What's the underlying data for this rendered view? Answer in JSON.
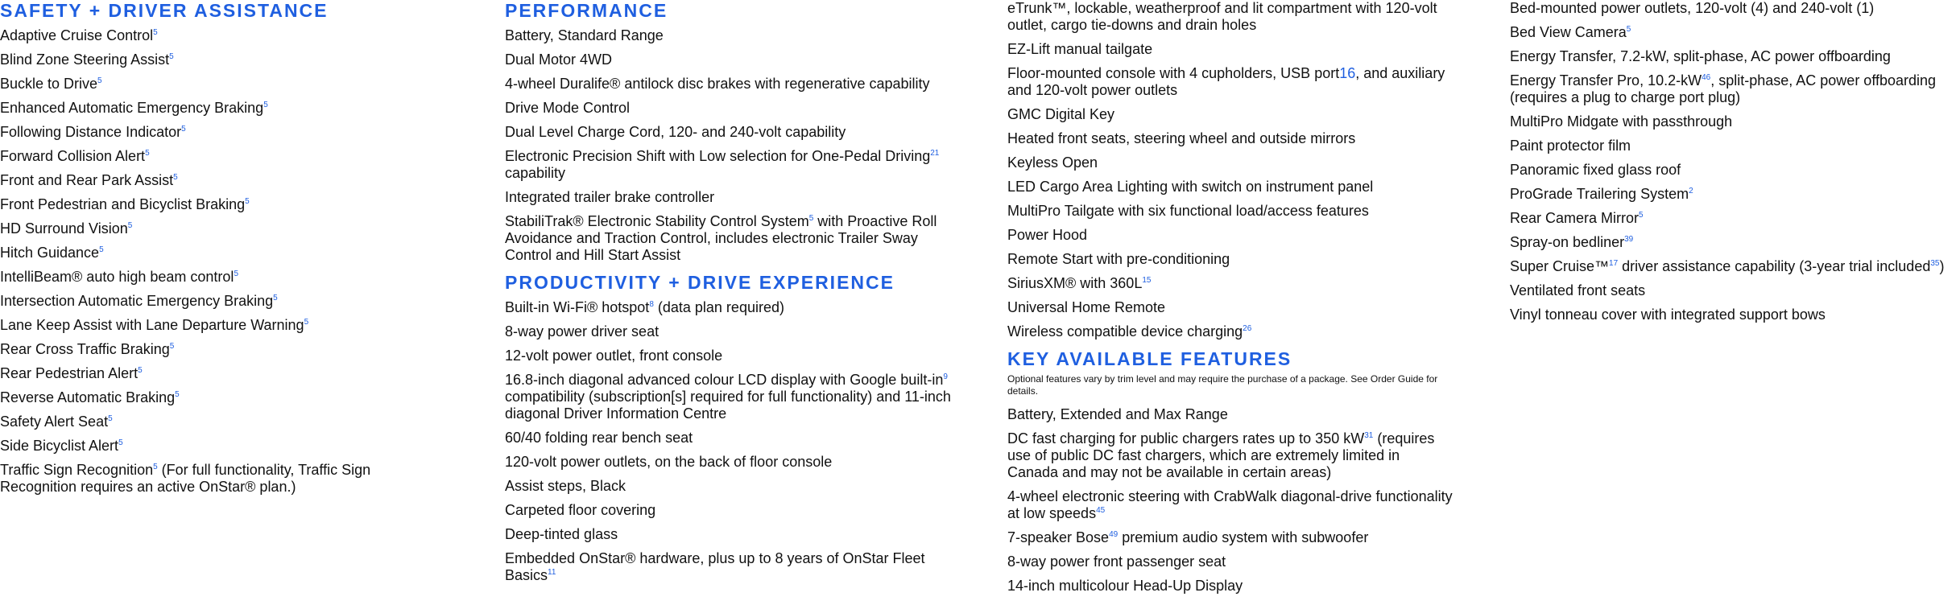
{
  "columns": [
    {
      "sections": [
        {
          "heading": "SAFETY + DRIVER ASSISTANCE",
          "items": [
            {
              "text": "Adaptive Cruise Control",
              "sup": "5",
              "after": ""
            },
            {
              "text": "Blind Zone Steering Assist",
              "sup": "5",
              "after": ""
            },
            {
              "text": "Buckle to Drive",
              "sup": "5",
              "after": ""
            },
            {
              "text": "Enhanced Automatic Emergency Braking",
              "sup": "5",
              "after": ""
            },
            {
              "text": "Following Distance Indicator",
              "sup": "5",
              "after": ""
            },
            {
              "text": "Forward Collision Alert",
              "sup": "5",
              "after": ""
            },
            {
              "text": "Front and Rear Park Assist",
              "sup": "5",
              "after": ""
            },
            {
              "text": "Front Pedestrian and Bicyclist Braking",
              "sup": "5",
              "after": ""
            },
            {
              "text": "HD Surround Vision",
              "sup": "5",
              "after": ""
            },
            {
              "text": "Hitch Guidance",
              "sup": "5",
              "after": ""
            },
            {
              "text": "IntelliBeam® auto high beam control",
              "sup": "5",
              "after": ""
            },
            {
              "text": "Intersection Automatic Emergency Braking",
              "sup": "5",
              "after": ""
            },
            {
              "text": "Lane Keep Assist with Lane Departure Warning",
              "sup": "5",
              "after": ""
            },
            {
              "text": "Rear Cross Traffic Braking",
              "sup": "5",
              "after": ""
            },
            {
              "text": "Rear Pedestrian Alert",
              "sup": "5",
              "after": ""
            },
            {
              "text": "Reverse Automatic Braking",
              "sup": "5",
              "after": ""
            },
            {
              "text": "Safety Alert Seat",
              "sup": "5",
              "after": ""
            },
            {
              "text": "Side Bicyclist Alert",
              "sup": "5",
              "after": ""
            },
            {
              "text": "Traffic Sign Recognition",
              "sup": "5",
              "after": " (For full functionality, Traffic Sign Recognition requires an active OnStar® plan.)"
            }
          ]
        }
      ]
    },
    {
      "sections": [
        {
          "heading": "PERFORMANCE",
          "items": [
            {
              "text": "Battery, Standard Range",
              "sup": "",
              "after": ""
            },
            {
              "text": "Dual Motor 4WD",
              "sup": "",
              "after": ""
            },
            {
              "text": "4-wheel Duralife® antilock disc brakes with regenerative capability",
              "sup": "",
              "after": ""
            },
            {
              "text": "Drive Mode Control",
              "sup": "",
              "after": ""
            },
            {
              "text": "Dual Level Charge Cord, 120- and 240-volt capability",
              "sup": "",
              "after": ""
            },
            {
              "text": "Electronic Precision Shift with Low selection for One-Pedal Driving",
              "sup": "21",
              "after": " capability"
            },
            {
              "text": "Integrated trailer brake controller",
              "sup": "",
              "after": ""
            },
            {
              "text": "StabiliTrak® Electronic Stability Control System",
              "sup": "5",
              "after": " with Proactive Roll Avoidance and Traction Control, includes electronic Trailer Sway Control and Hill Start Assist"
            }
          ]
        },
        {
          "heading": "PRODUCTIVITY + DRIVE EXPERIENCE",
          "items": [
            {
              "text": "Built-in Wi-Fi® hotspot",
              "sup": "8",
              "after": " (data plan required)"
            },
            {
              "text": "8-way power driver seat",
              "sup": "",
              "after": ""
            },
            {
              "text": "12-volt power outlet, front console",
              "sup": "",
              "after": ""
            },
            {
              "text": "16.8-inch diagonal advanced colour LCD display with Google built-in",
              "sup": "9",
              "after": " compatibility (subscription[s] required for full functionality) and 11-inch diagonal Driver Information Centre"
            },
            {
              "text": "60/40 folding rear bench seat",
              "sup": "",
              "after": ""
            },
            {
              "text": "120-volt power outlets, on the back of floor console",
              "sup": "",
              "after": ""
            },
            {
              "text": "Assist steps, Black",
              "sup": "",
              "after": ""
            },
            {
              "text": "Carpeted floor covering",
              "sup": "",
              "after": ""
            },
            {
              "text": "Deep-tinted glass",
              "sup": "",
              "after": ""
            },
            {
              "text": "Embedded OnStar® hardware, plus up to 8 years of OnStar Fleet Basics",
              "sup": "11",
              "after": ""
            }
          ]
        }
      ]
    },
    {
      "sections": [
        {
          "heading": "",
          "items": [
            {
              "text": "eTrunk™, lockable, weatherproof and lit compartment with 120-volt outlet, cargo tie-downs and drain holes",
              "sup": "",
              "after": ""
            },
            {
              "text": "EZ-Lift manual tailgate",
              "sup": "",
              "after": ""
            },
            {
              "text": "Floor-mounted console with 4 cupholders, USB port",
              "supbig": "16",
              "after": ", and auxiliary and 120-volt power outlets"
            },
            {
              "text": "GMC Digital Key",
              "sup": "",
              "after": ""
            },
            {
              "text": "Heated front seats, steering wheel and outside mirrors",
              "sup": "",
              "after": ""
            },
            {
              "text": "Keyless Open",
              "sup": "",
              "after": ""
            },
            {
              "text": "LED Cargo Area Lighting with switch on instrument panel",
              "sup": "",
              "after": ""
            },
            {
              "text": "MultiPro Tailgate with six functional load/access features",
              "sup": "",
              "after": ""
            },
            {
              "text": "Power Hood",
              "sup": "",
              "after": ""
            },
            {
              "text": "Remote Start with pre-conditioning",
              "sup": "",
              "after": ""
            },
            {
              "text": "SiriusXM® with 360L",
              "sup": "15",
              "after": ""
            },
            {
              "text": "Universal Home Remote",
              "sup": "",
              "after": ""
            },
            {
              "text": "Wireless compatible device charging",
              "sup": "26",
              "after": ""
            }
          ]
        },
        {
          "heading": "KEY AVAILABLE FEATURES",
          "note": "Optional features vary by trim level and may require the purchase of a package. See Order Guide for details.",
          "items": [
            {
              "text": "Battery, Extended and Max Range",
              "sup": "",
              "after": ""
            },
            {
              "text": "DC fast charging for public chargers rates up to 350 kW",
              "sup": "31",
              "after": " (requires use of public DC fast chargers, which are extremely limited in Canada and may not be available in certain areas)"
            },
            {
              "text": "4-wheel electronic steering with CrabWalk diagonal-drive functionality at low speeds",
              "sup": "45",
              "after": ""
            },
            {
              "text": "7-speaker Bose",
              "sup": "49",
              "after": " premium audio system with subwoofer"
            },
            {
              "text": "8-way power front passenger seat",
              "sup": "",
              "after": ""
            },
            {
              "text": "14-inch multicolour Head-Up Display",
              "sup": "",
              "after": ""
            }
          ]
        }
      ]
    },
    {
      "sections": [
        {
          "heading": "",
          "items": [
            {
              "text": "Bed-mounted power outlets, 120-volt (4) and 240-volt (1)",
              "sup": "",
              "after": ""
            },
            {
              "text": "Bed View Camera",
              "sup": "5",
              "after": ""
            },
            {
              "text": "Energy Transfer, 7.2-kW, split-phase, AC power offboarding",
              "sup": "",
              "after": ""
            },
            {
              "text": "Energy Transfer Pro, 10.2-kW",
              "sup": "46",
              "after": ", split-phase, AC power offboarding (requires a plug to charge port plug)"
            },
            {
              "text": "MultiPro Midgate with passthrough",
              "sup": "",
              "after": ""
            },
            {
              "text": "Paint protector film",
              "sup": "",
              "after": ""
            },
            {
              "text": "Panoramic fixed glass roof",
              "sup": "",
              "after": ""
            },
            {
              "text": "ProGrade Trailering System",
              "sup": "2",
              "after": ""
            },
            {
              "text": "Rear Camera Mirror",
              "sup": "5",
              "after": ""
            },
            {
              "text": "Spray-on bedliner",
              "sup": "39",
              "after": ""
            },
            {
              "text": "Super Cruise™",
              "sup": "17",
              "after": " driver assistance capability (3-year trial included",
              "sup2": "35",
              "after2": ")"
            },
            {
              "text": "Ventilated front seats",
              "sup": "",
              "after": ""
            },
            {
              "text": "Vinyl tonneau cover with integrated support bows",
              "sup": "",
              "after": ""
            }
          ]
        }
      ]
    }
  ],
  "colors": {
    "accent": "#1f5fe0",
    "text": "#111111",
    "background": "#ffffff"
  }
}
